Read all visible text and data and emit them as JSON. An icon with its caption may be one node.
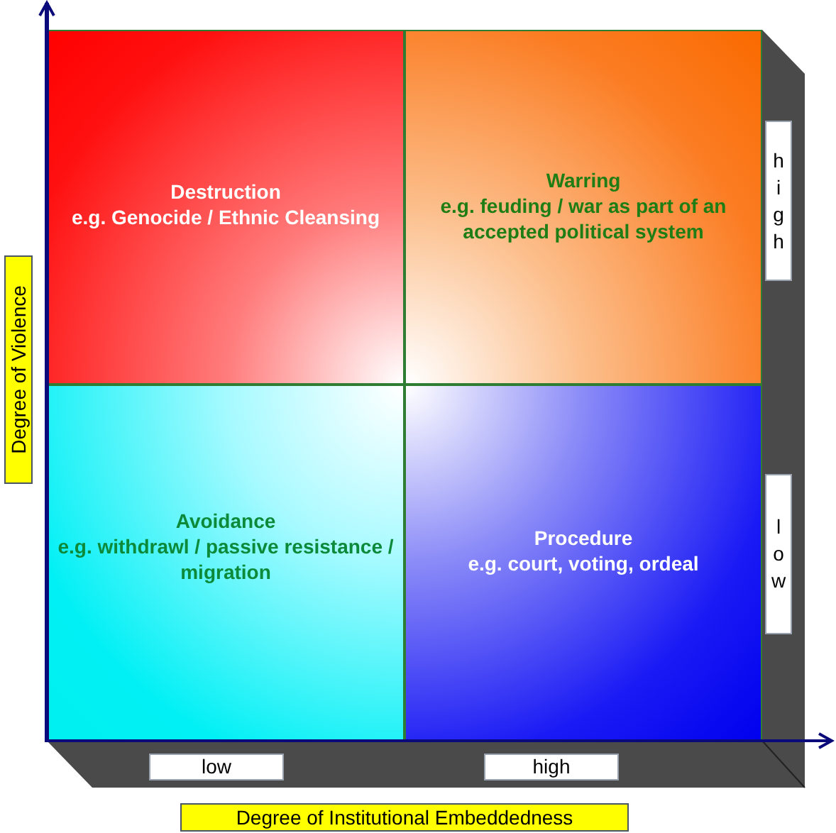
{
  "diagram": {
    "nodes": [
      {
        "text": [
          "Destruction",
          "e.g. Genocide / Ethnic Cleansing"
        ]
      },
      {
        "text": [
          "Warring",
          "e.g. feuding / war as part of an accepted political system"
        ]
      },
      {
        "text": [
          "Avoidance",
          "e.g. withdrawl / passive resistance / migration"
        ]
      },
      {
        "text": [
          "Procedure",
          "e.g. court, voting, ordeal"
        ]
      }
    ],
    "labels": [
      "high",
      "Degree of Violence",
      "low",
      "low",
      "high",
      "Degree of Institutional Embeddedness"
    ]
  }
}
